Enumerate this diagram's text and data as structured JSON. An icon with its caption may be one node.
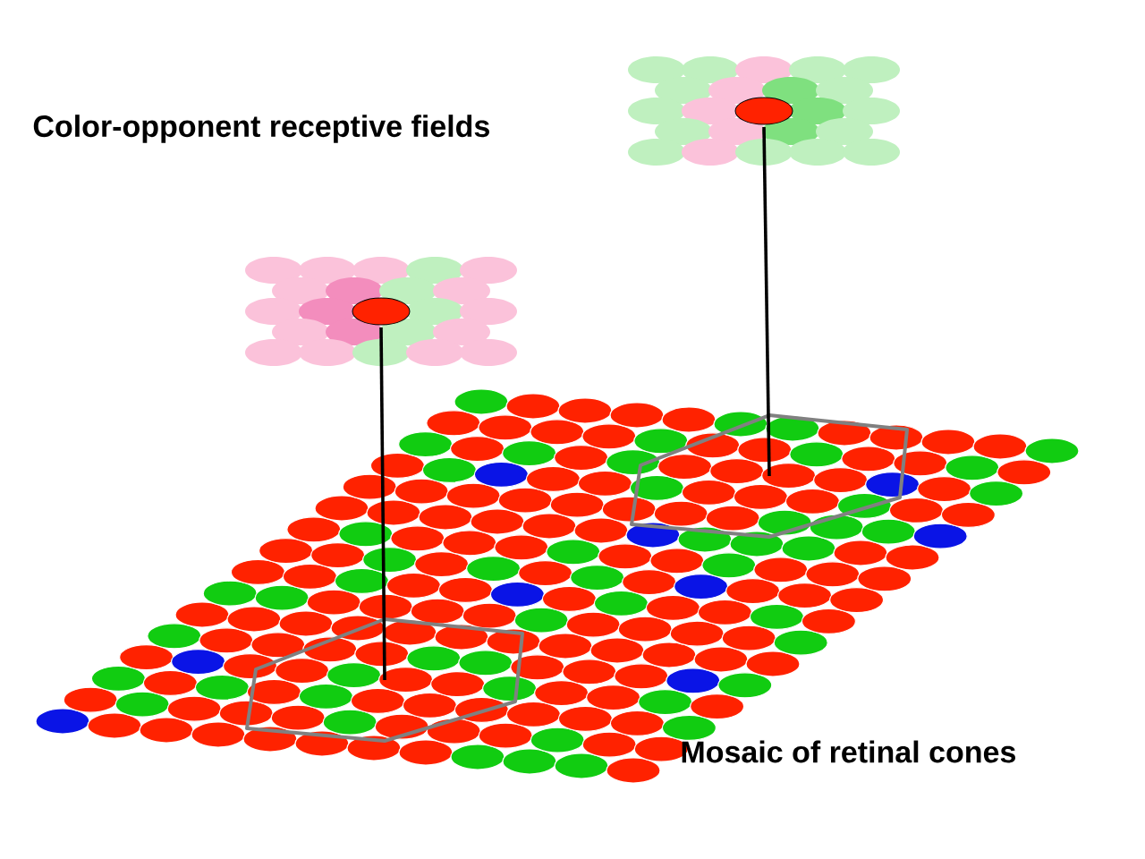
{
  "diagram": {
    "nodes": [
      {
        "text": [],
        "shape": "picture"
      },
      {
        "text": [],
        "shape": "picture"
      },
      {
        "text": [],
        "shape": "hexagon"
      },
      {
        "text": [],
        "shape": "hexagon"
      }
    ],
    "edges": [
      {
        "from": 0,
        "to": 2,
        "arrow": "none"
      },
      {
        "from": 1,
        "to": 3,
        "arrow": "none"
      }
    ],
    "labels": [
      "Color-opponent receptive fields",
      "Mosaic of retinal cones"
    ]
  }
}
